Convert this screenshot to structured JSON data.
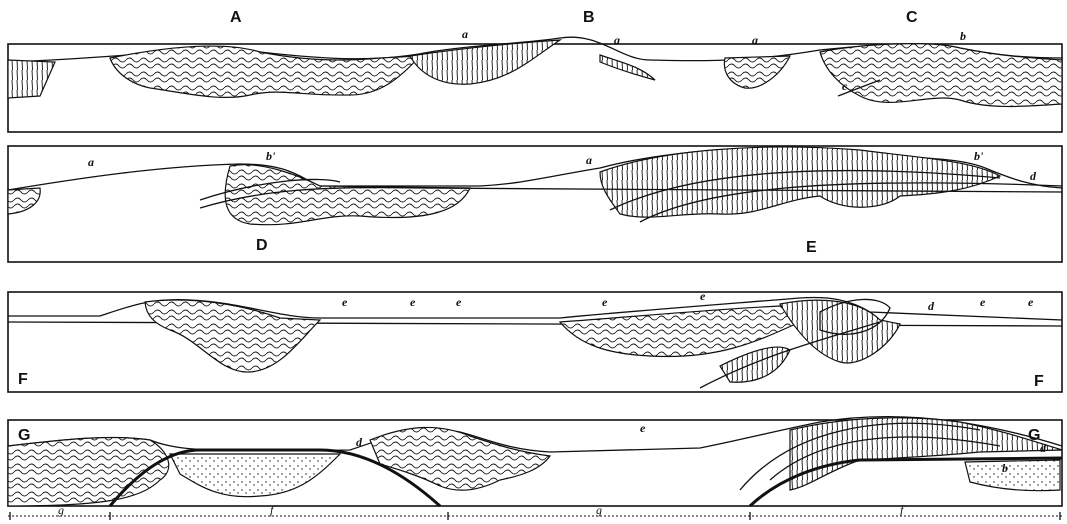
{
  "sections": {
    "s1": {
      "labels": [
        "A",
        "B",
        "C"
      ],
      "marks": [
        "a",
        "a",
        "a",
        "b",
        "c"
      ]
    },
    "s2": {
      "labels": [
        "D",
        "E"
      ],
      "marks": [
        "a",
        "b'",
        "a",
        "b'",
        "d"
      ]
    },
    "s3": {
      "labels": [
        "F",
        "F"
      ],
      "marks": [
        "e",
        "e",
        "e",
        "e",
        "e",
        "d",
        "e",
        "e"
      ]
    },
    "s4": {
      "labels": [
        "G",
        "G"
      ],
      "marks": [
        "d",
        "e",
        "b",
        "d"
      ]
    }
  },
  "scale": {
    "labels": [
      "g",
      "f",
      "g",
      "f"
    ]
  }
}
